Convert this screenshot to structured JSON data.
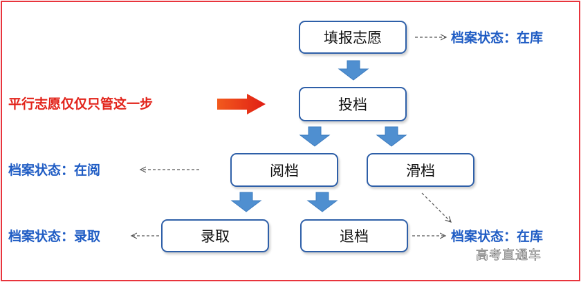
{
  "nodes": {
    "fill_volunteer": "填报志愿",
    "submit_file": "投档",
    "review_file": "阅档",
    "slide_file": "滑档",
    "admit": "录取",
    "return_file": "退档"
  },
  "labels": {
    "status_in_library_top": "档案状态：在库",
    "parallel_note": "平行志愿仅仅只管这一步",
    "status_reviewing": "档案状态：在阅",
    "status_admitted": "档案状态：录取",
    "status_in_library_bottom": "档案状态：在库"
  },
  "watermark": "高考直通车",
  "colors": {
    "frame": "#e8343c",
    "box_border": "#2e5fa8",
    "flow_arrow": "#4f8fd0",
    "status_text": "#1f5cc4",
    "note_text": "#e2231a",
    "note_arrow": "#ee3b16"
  }
}
